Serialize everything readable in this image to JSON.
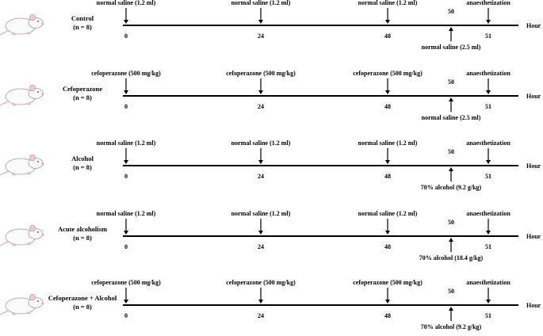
{
  "unit_label": "Hour",
  "ticks": [
    0,
    24,
    48,
    50,
    51
  ],
  "groups": [
    {
      "label": [
        "Control",
        "(n = 8)"
      ],
      "doses": [
        {
          "hour": 0,
          "text": "normal saline (1.2 ml)"
        },
        {
          "hour": 24,
          "text": "normal saline (1.2 ml)"
        },
        {
          "hour": 48,
          "text": "normal saline (1.2 ml)"
        }
      ],
      "challenge": {
        "hour": 50,
        "text": "normal saline (2.5 ml)"
      },
      "endpoint": {
        "hour": 51,
        "text": "anaesthetization"
      }
    },
    {
      "label": [
        "Cefoperazone",
        "(n = 8)"
      ],
      "doses": [
        {
          "hour": 0,
          "text": "cefoperazone (500 mg/kg)"
        },
        {
          "hour": 24,
          "text": "cefoperazone (500 mg/kg)"
        },
        {
          "hour": 48,
          "text": "cefoperazone (500 mg/kg)"
        }
      ],
      "challenge": {
        "hour": 50,
        "text": "normal saline (2.5 ml)"
      },
      "endpoint": {
        "hour": 51,
        "text": "anaesthetization"
      }
    },
    {
      "label": [
        "Alcohol",
        "(n = 8)"
      ],
      "doses": [
        {
          "hour": 0,
          "text": "normal saline (1.2 ml)"
        },
        {
          "hour": 24,
          "text": "normal saline (1.2 ml)"
        },
        {
          "hour": 48,
          "text": "normal saline (1.2 ml)"
        }
      ],
      "challenge": {
        "hour": 50,
        "text": "70% alcohol (9.2 g/kg)"
      },
      "endpoint": {
        "hour": 51,
        "text": "anaesthetization"
      }
    },
    {
      "label": [
        "Acute alcoholism",
        "(n = 8)"
      ],
      "doses": [
        {
          "hour": 0,
          "text": "normal saline (1.2 ml)"
        },
        {
          "hour": 24,
          "text": "normal saline (1.2 ml)"
        },
        {
          "hour": 48,
          "text": "normal saline (1.2 ml)"
        }
      ],
      "challenge": {
        "hour": 50,
        "text": "70% alcohol (18.4 g/kg)"
      },
      "endpoint": {
        "hour": 51,
        "text": "anaesthetization"
      }
    },
    {
      "label": [
        "Cefoperazone + Alcohol",
        "(n = 8)"
      ],
      "doses": [
        {
          "hour": 0,
          "text": "cefoperazone (500 mg/kg)"
        },
        {
          "hour": 24,
          "text": "cefoperazone (500 mg/kg)"
        },
        {
          "hour": 48,
          "text": "cefoperazone (500 mg/kg)"
        }
      ],
      "challenge": {
        "hour": 50,
        "text": "70% alcohol (9.2 g/kg)"
      },
      "endpoint": {
        "hour": 51,
        "text": "anaesthetization"
      }
    }
  ],
  "icons": {
    "animal": "rat-icon"
  }
}
